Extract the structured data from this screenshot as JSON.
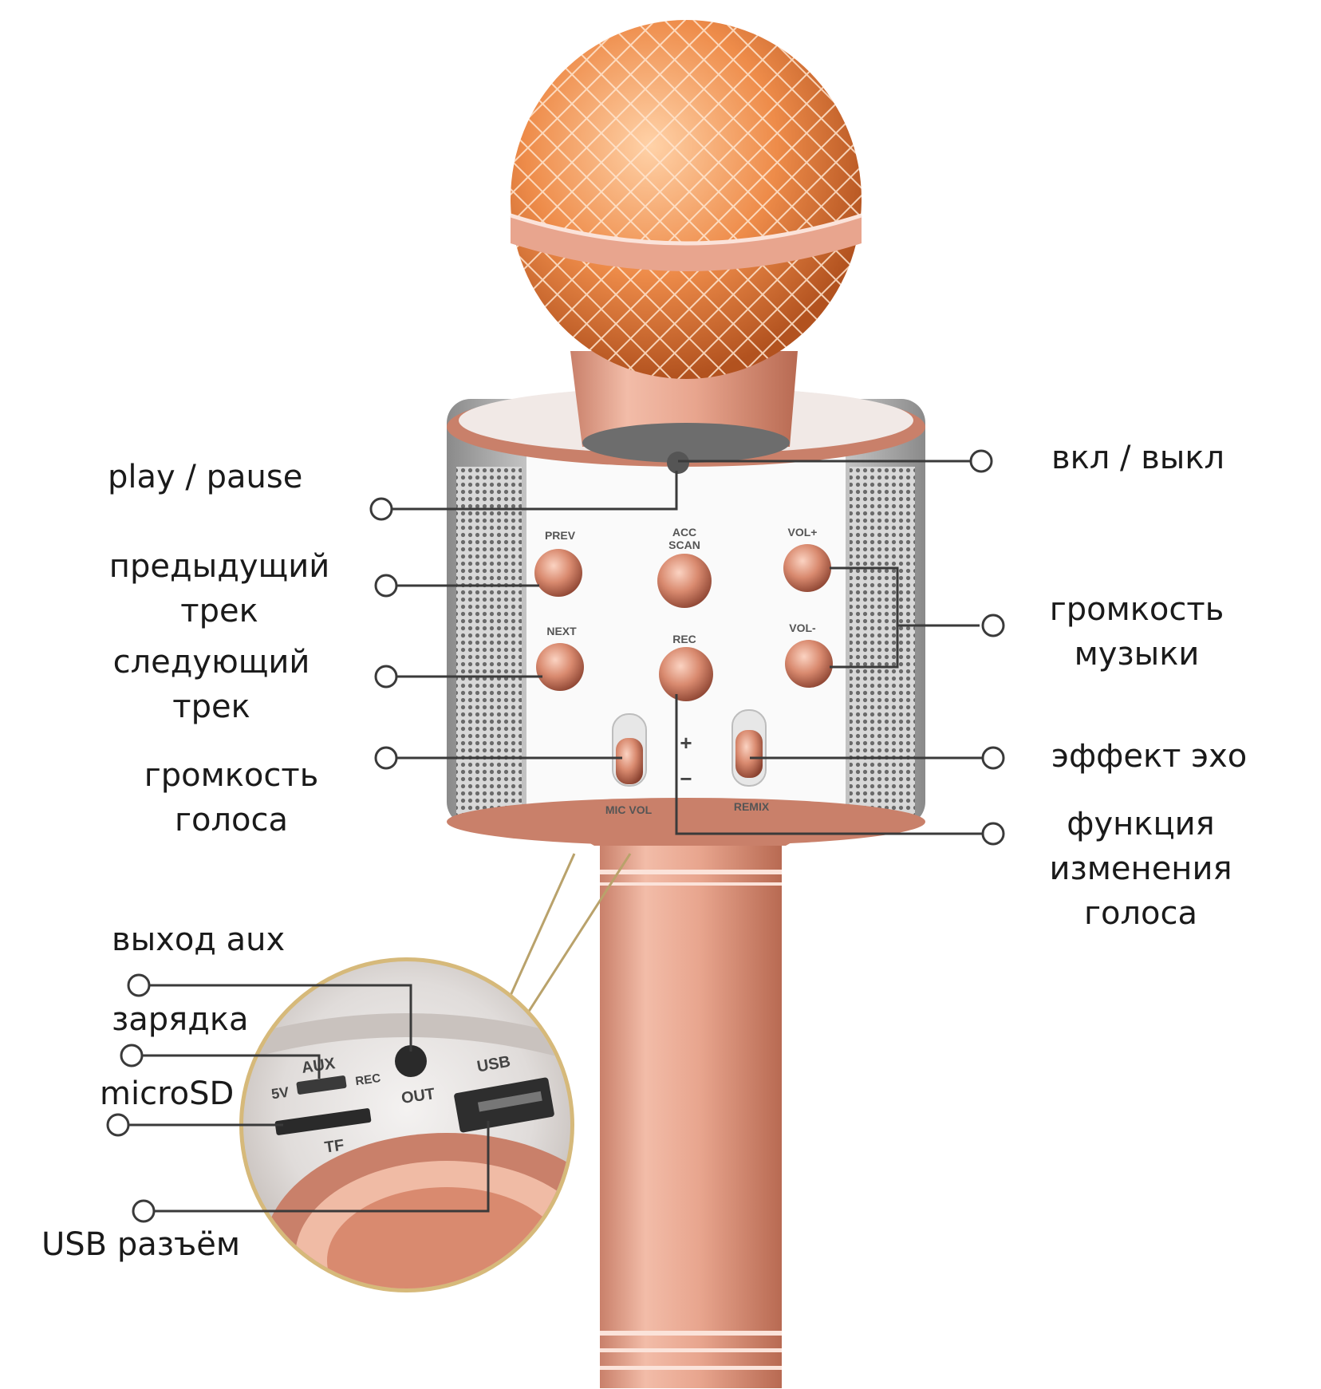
{
  "labels": {
    "play_pause": "play / pause",
    "prev_track": [
      "предыдущий",
      "трек"
    ],
    "next_track": [
      "следующий",
      "трек"
    ],
    "mic_volume": [
      "громкость",
      "голоса"
    ],
    "power": "вкл / выкл",
    "music_volume": [
      "громкость",
      "музыки"
    ],
    "echo": "эффект эхо",
    "voice_change": [
      "функция",
      "изменения",
      "голоса"
    ],
    "aux_out": "выход aux",
    "charging": "зарядка",
    "microsd": "microSD",
    "usb_port": "USB разъём"
  },
  "device": {
    "btn_prev": "PREV",
    "btn_acc": [
      "ACC",
      "SCAN"
    ],
    "btn_volp": "VOL+",
    "btn_next": "NEXT",
    "btn_rec": "REC",
    "btn_volm": "VOL-",
    "plus": "+",
    "minus": "−",
    "mic_vol": "MIC VOL",
    "remix": "REMIX",
    "aux": "AUX",
    "v5": "5V",
    "rec_small": "REC",
    "out": "OUT",
    "usb": "USB",
    "tf": "TF"
  },
  "colors": {
    "rose_gold": "#e8a58e",
    "rose_dark": "#b86a52",
    "grille": "#e07a3c",
    "leader": "#3a3a3a",
    "bg": "#ffffff"
  }
}
